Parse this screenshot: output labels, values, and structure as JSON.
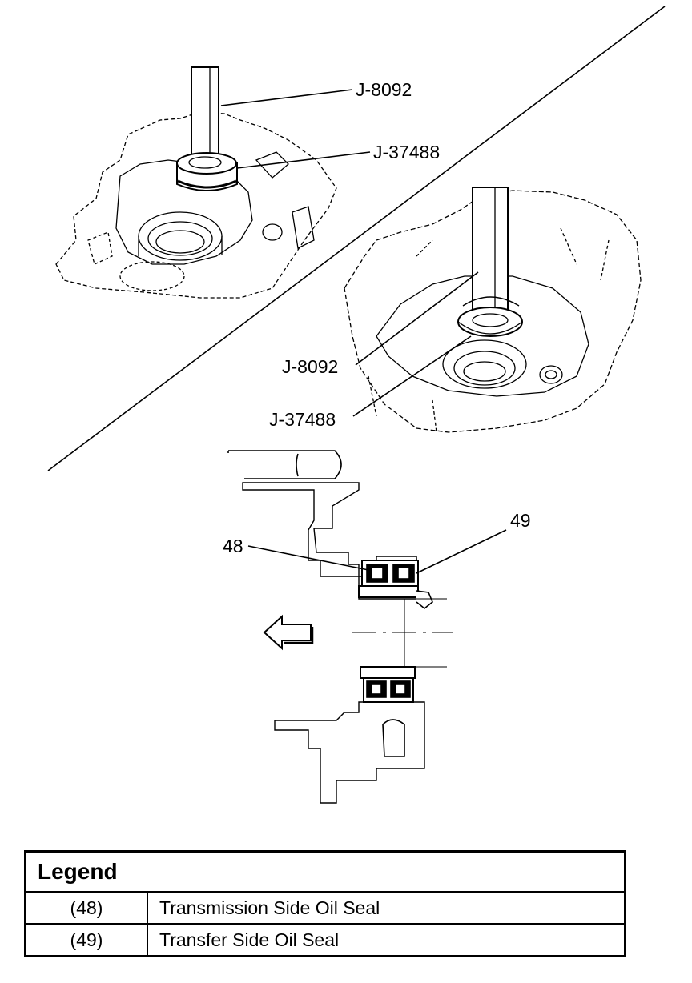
{
  "figure": {
    "callouts": {
      "top_tool_driver": "J-8092",
      "top_tool_installer": "J-37488",
      "right_tool_driver": "J-8092",
      "right_tool_installer": "J-37488",
      "seal_48": "48",
      "seal_49": "49"
    }
  },
  "legend": {
    "title": "Legend",
    "rows": [
      {
        "number": "(48)",
        "description": "Transmission Side Oil Seal"
      },
      {
        "number": "(49)",
        "description": "Transfer Side Oil Seal"
      }
    ]
  }
}
